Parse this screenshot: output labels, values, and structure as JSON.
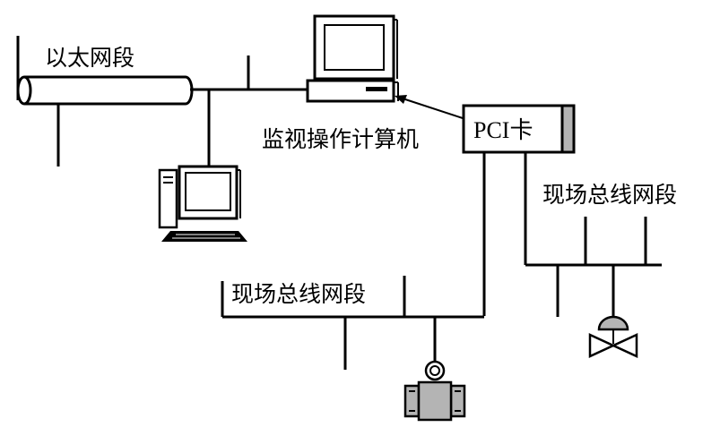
{
  "labels": {
    "ethernet_segment": "以太网段",
    "monitor_computer": "监视操作计算机",
    "pci_card": "PCI卡",
    "fieldbus_segment_right": "现场总线网段",
    "fieldbus_segment_bottom": "现场总线网段"
  },
  "icons": {
    "ethernet_cable": "cable-cylinder-icon",
    "monitor_computer": "desktop-computer-icon",
    "workstation": "tower-computer-icon",
    "valve": "control-valve-icon",
    "transmitter": "flow-transmitter-icon"
  }
}
